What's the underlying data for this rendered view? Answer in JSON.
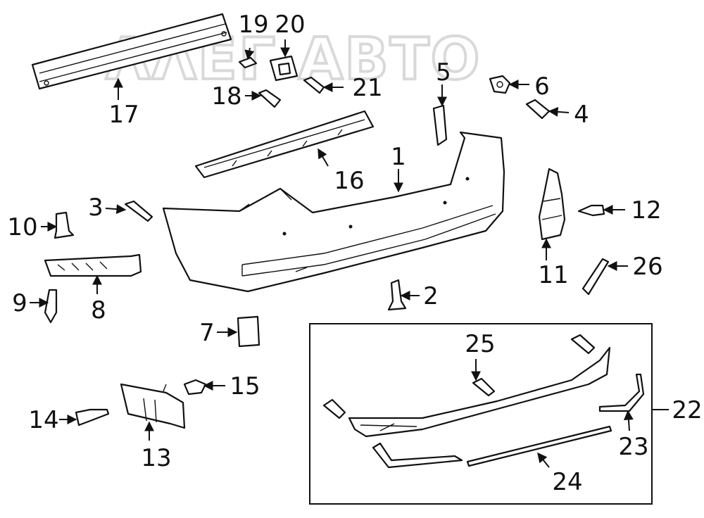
{
  "watermark": {
    "text": "ΛΛΕΓ АВТО",
    "color": "#d9d9d9"
  },
  "callouts": {
    "c1": "1",
    "c2": "2",
    "c3": "3",
    "c4": "4",
    "c5": "5",
    "c6": "6",
    "c7": "7",
    "c8": "8",
    "c9": "9",
    "c10": "10",
    "c11": "11",
    "c12": "12",
    "c13": "13",
    "c14": "14",
    "c15": "15",
    "c16": "16",
    "c17": "17",
    "c18": "18",
    "c19": "19",
    "c20": "20",
    "c21": "21",
    "c22": "22",
    "c23": "23",
    "c24": "24",
    "c25": "25",
    "c26": "26"
  },
  "colors": {
    "line": "#111111",
    "background": "#ffffff"
  }
}
